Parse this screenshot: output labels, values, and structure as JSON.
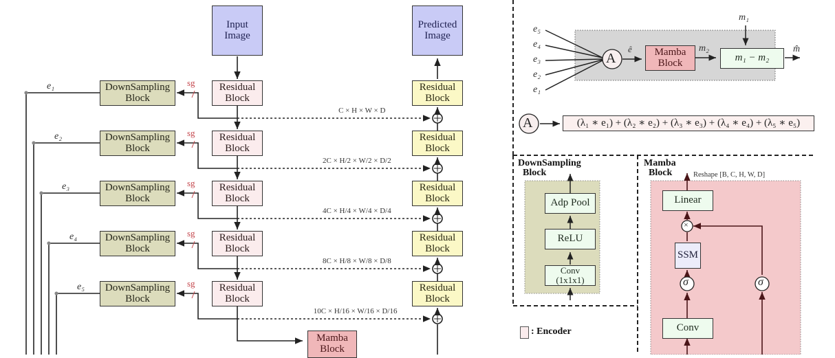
{
  "main_pipeline": {
    "input": "Input\nImage",
    "output": "Predicted\nImage",
    "encoder_blocks": [
      "Residual\nBlock",
      "Residual\nBlock",
      "Residual\nBlock",
      "Residual\nBlock",
      "Residual\nBlock"
    ],
    "decoder_blocks": [
      "Residual\nBlock",
      "Residual\nBlock",
      "Residual\nBlock",
      "Residual\nBlock",
      "Residual\nBlock"
    ],
    "downsampling_blocks": [
      "DownSampling\nBlock",
      "DownSampling\nBlock",
      "DownSampling\nBlock",
      "DownSampling\nBlock",
      "DownSampling\nBlock"
    ],
    "skip_dims": [
      "C × H × W × D",
      "2C × H/2 × W/2 × D/2",
      "4C × H/4 × W/4 × D/4",
      "8C × H/8 × W/8 × D/8",
      "10C × H/16 × W/16 × D/16"
    ],
    "embedding_labels": [
      "e₁",
      "e₂",
      "e₃",
      "e₄",
      "e₅"
    ],
    "stop_grad_label": "sg",
    "bottleneck": "Mamba\nBlock",
    "add_symbol": "+"
  },
  "fusion_panel": {
    "inputs": [
      "e₅",
      "e₄",
      "e₃",
      "e₂",
      "e₁"
    ],
    "aggregator_symbol": "A",
    "aggregated_label": "ê",
    "mamba": "Mamba\nBlock",
    "m2_label": "m₂",
    "m1_label": "m₁",
    "subtract": "m₁ − m₂",
    "output_label": "m̂",
    "formula": "(λ₁ ∗ e₁) + (λ₂ ∗ e₂) + (λ₃ ∗ e₃) + (λ₄ ∗ e₄) + (λ₅ ∗ e₅)"
  },
  "downsampling_detail": {
    "title": "DownSampling\n  Block",
    "layers": [
      "Adp Pool",
      "ReLU",
      "Conv\n(1x1x1)"
    ]
  },
  "mamba_detail": {
    "title": "Mamba\n  Block",
    "reshape": "Reshape [B, C, H, W, D]",
    "linear": "Linear",
    "multiply": "×",
    "ssm": "SSM",
    "sigma": "σ",
    "conv": "Conv"
  },
  "legend": {
    "encoder": ": Encoder"
  },
  "colors": {
    "io": "#c9cbf6",
    "encoder": "#fbeced",
    "decoder": "#fbf8c6",
    "downsampling": "#dcdcbc",
    "mamba": "#f0b7b9",
    "layer": "#eefbee",
    "stop_grad": "#c4474d"
  }
}
